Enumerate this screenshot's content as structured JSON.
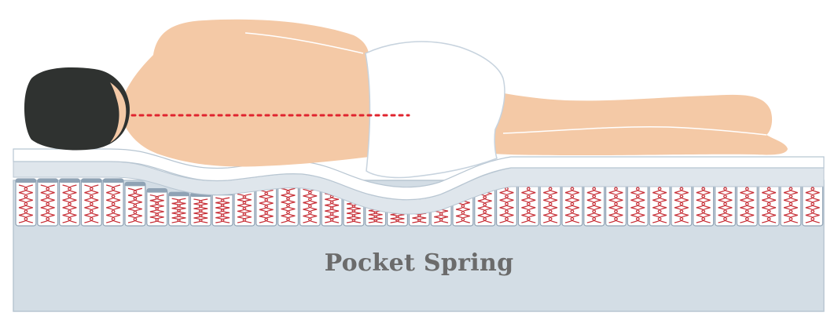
{
  "title": "",
  "mattress": {
    "label": "Pocket Spring"
  },
  "spring_columns": [
    {
      "compression": 0.0
    },
    {
      "compression": 0.0
    },
    {
      "compression": 0.0
    },
    {
      "compression": 0.0
    },
    {
      "compression": 0.0
    },
    {
      "compression": 0.12
    },
    {
      "compression": 0.35
    },
    {
      "compression": 0.48
    },
    {
      "compression": 0.5
    },
    {
      "compression": 0.45
    },
    {
      "compression": 0.32
    },
    {
      "compression": 0.18
    },
    {
      "compression": 0.12
    },
    {
      "compression": 0.15
    },
    {
      "compression": 0.3
    },
    {
      "compression": 0.5
    },
    {
      "compression": 0.62
    },
    {
      "compression": 0.62
    },
    {
      "compression": 0.5
    },
    {
      "compression": 0.3
    },
    {
      "compression": 0.15
    },
    {
      "compression": 0.05
    },
    {
      "compression": 0.0
    },
    {
      "compression": 0.0
    },
    {
      "compression": 0.0
    },
    {
      "compression": 0.0
    },
    {
      "compression": 0.0
    },
    {
      "compression": 0.0
    },
    {
      "compression": 0.0
    },
    {
      "compression": 0.0
    },
    {
      "compression": 0.0
    },
    {
      "compression": 0.0
    },
    {
      "compression": 0.0
    },
    {
      "compression": 0.0
    },
    {
      "compression": 0.0
    },
    {
      "compression": 0.0
    },
    {
      "compression": 0.0
    }
  ],
  "colors": {
    "base": "#d3dde5",
    "base_border": "#b8c6d2",
    "top_layer": "#ffffff",
    "top_layer_border": "#b8c6d2",
    "comfort_layer": "#dfe6ec",
    "spring_cap": "#8fa2b4",
    "spring_fill": "#ffffff",
    "spring_coil": "#c8323a",
    "skin": "#f4c9a6",
    "hair": "#2f3230",
    "underwear": "#ffffff",
    "outline": "#c7d3de",
    "spine_line": "#e0242f",
    "label": "#6b6b6b"
  }
}
